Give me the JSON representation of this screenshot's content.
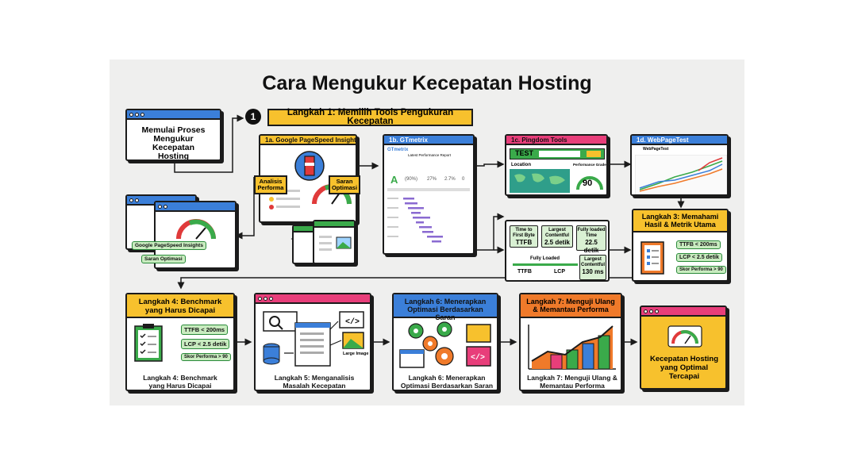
{
  "title": "Cara Mengukur Kecepatan Hosting",
  "start": {
    "label": "Memulai Proses Mengukur Kecepatan Hosting"
  },
  "step1": {
    "number": "1",
    "label": "Langkah 1: Memilih Tools Pengukuran Kecepatan"
  },
  "psi": {
    "header": "1a. Google PageSpeed Insights",
    "tag_left": "Analisis Performa",
    "tag_right": "Saran Optimasi"
  },
  "stack": {
    "pill1": "Google PageSpeed Insights",
    "pill2": "Saran Optimasi"
  },
  "gtmetrix": {
    "header": "1b. GTmetrix",
    "logo": "GTmetrix",
    "report": "Latest Performance Report",
    "grade": "A",
    "v1": "(90%)",
    "v2": "27%",
    "v3": "2.7%",
    "v4": "0"
  },
  "pingdom": {
    "header": "1c. Pingdom Tools",
    "test": "TEST",
    "location": "Location",
    "grade_label": "Performance Grade",
    "grade": "90"
  },
  "webpagetest": {
    "header": "1d. WebPageTest",
    "logo": "WebPageTest"
  },
  "metrics_panel": {
    "ttfb_title": "Time to First Byte",
    "ttfb_abbr": "TTFB",
    "lcp_title": "Largest Contentful",
    "lcp_value": "2.5 detik",
    "flt_title": "Fully loaded Time",
    "flt_value": "22.5 detik",
    "fully_loaded": "Fully Loaded",
    "ttfb_bottom": "TTFB",
    "lcp_bottom": "LCP",
    "lc2_title": "Largest Contentful",
    "lc2_value": "130 ms"
  },
  "step3": {
    "header": "Langkah 3: Memahami Hasil & Metrik Utama",
    "m1": "TTFB < 200ms",
    "m2": "LCP < 2.5 detik",
    "m3": "Skor Performa > 90"
  },
  "step4": {
    "header": "Langkah 4: Benchmark yang Harus Dicapai",
    "m1": "TTFB < 200ms",
    "m2": "LCP < 2.5 detik",
    "m3": "Skor Performa > 90",
    "caption": "Langkah 4: Benchmark yang Harus Dicapai"
  },
  "step5": {
    "image_label": "Large Image",
    "caption": "Langkah 5: Menganalisis Masalah Kecepatan"
  },
  "step6": {
    "header": "Langkah 6: Menerapkan Optimasi Berdasarkan Saran",
    "caption": "Langkah 6: Menerapkan Optimasi Berdasarkan Saran"
  },
  "step7": {
    "header": "Langkah 7: Menguji Ulang & Memantau Performa",
    "caption": "Langkah 7: Menguji Ulang & Memantau Performa"
  },
  "final": {
    "label": "Kecepatan Hosting yang Optimal Tercapai"
  },
  "colors": {
    "blue": "#3b7fd9",
    "yellow": "#f7c12d",
    "pink": "#e83e7a",
    "orange": "#f07a2a",
    "green": "#3aaa4a",
    "board": "#efefee"
  },
  "icons": [
    "gauge-icon",
    "lighthouse-icon",
    "checklist-icon",
    "database-icon",
    "gear-icon",
    "code-icon",
    "bar-chart-icon",
    "world-map-icon"
  ]
}
